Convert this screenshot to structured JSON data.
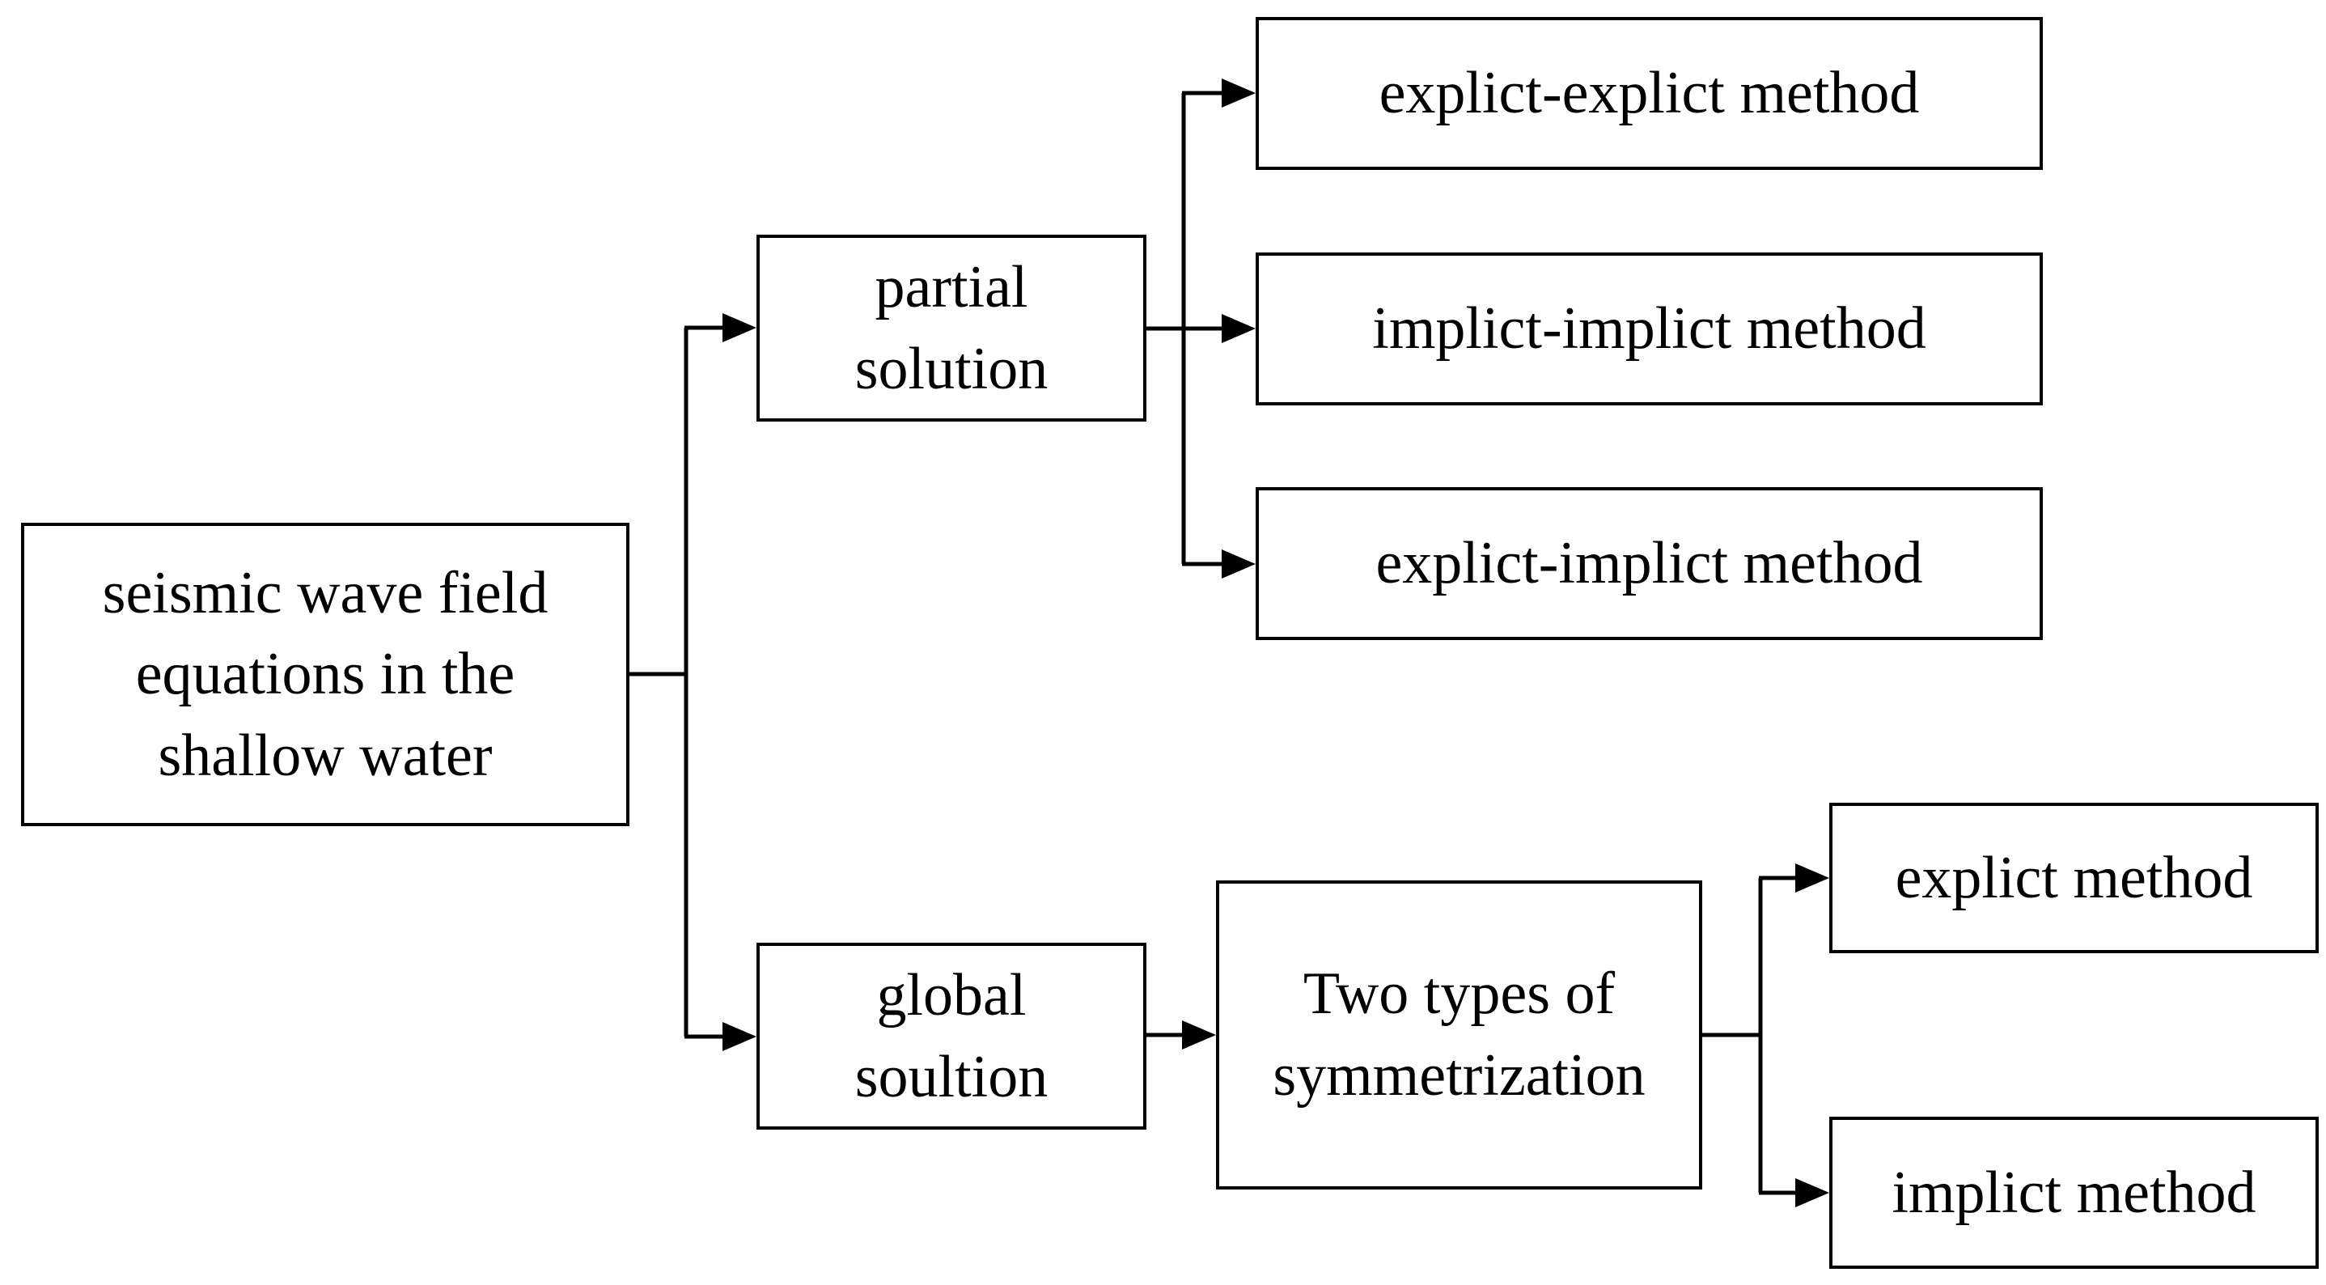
{
  "diagram": {
    "nodes": {
      "root": {
        "lines": [
          "seismic wave field",
          "equations in the",
          "shallow water"
        ]
      },
      "partial": {
        "lines": [
          "partial",
          "solution"
        ]
      },
      "global": {
        "lines": [
          "global",
          "soultion"
        ]
      },
      "explicit_explicit": {
        "label": "explict-explict method"
      },
      "implicit_implicit": {
        "label": "implict-implict method"
      },
      "explicit_implicit": {
        "label": "explict-implict method"
      },
      "symmetrization": {
        "lines": [
          "Two types of",
          "symmetrization"
        ]
      },
      "explicit": {
        "label": "explict method"
      },
      "implicit": {
        "label": "implict method"
      }
    },
    "edges": [
      {
        "from": "root",
        "to": "partial"
      },
      {
        "from": "root",
        "to": "global"
      },
      {
        "from": "partial",
        "to": "explicit_explicit"
      },
      {
        "from": "partial",
        "to": "implicit_implicit"
      },
      {
        "from": "partial",
        "to": "explicit_implicit"
      },
      {
        "from": "global",
        "to": "symmetrization"
      },
      {
        "from": "symmetrization",
        "to": "explicit"
      },
      {
        "from": "symmetrization",
        "to": "implicit"
      }
    ],
    "colors": {
      "stroke": "#000000",
      "background": "#ffffff"
    }
  }
}
